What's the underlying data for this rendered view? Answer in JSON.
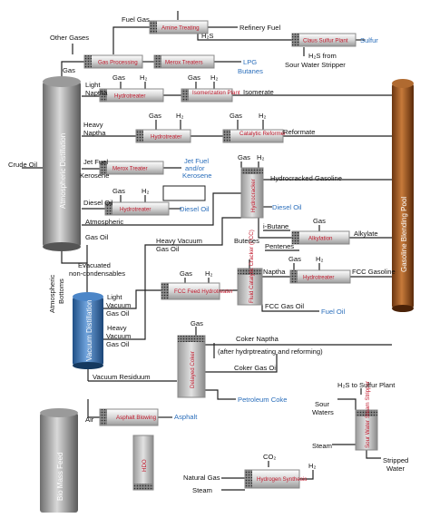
{
  "colors": {
    "unit_text": "#c0182b",
    "product_text": "#2a6ebb",
    "line": "#222222",
    "gasoline_pool": "#8b4513",
    "vacuum_column": "#2f6fad"
  },
  "columns": {
    "atmospheric": "Atmospheric Distillation",
    "vacuum": "Vacuum Distillation",
    "gasoline_pool": "Gasoline Blending Pool",
    "bio_mass": "Bio Mass Feed"
  },
  "units": {
    "amine": "Amine Treating",
    "claus": "Claus Sulfur Plant",
    "gas_processing": "Gas Processing",
    "merox1": "Merox Treaters",
    "hydrotreater1": "Hydrotreater",
    "isomerization": "Isomerization Plant",
    "hydrotreater2": "Hydrotreater",
    "reformer": "Catalytic Reformer",
    "merox2": "Merox Treater",
    "hydrotreater3": "Hydrotreater",
    "hydrocracker": "Hydrocracker",
    "alkylation": "Alkylation",
    "fcc_feed": "FCC Feed Hydrotreater",
    "fcc": "Fluid Catalytic Cracker (FCC)",
    "hydrotreater4": "Hydrotreater",
    "coker": "Delayed Coker",
    "asphalt": "Asphalt Blowing",
    "sour_water": "Sour Water Steam Stripper",
    "hdo": "HDO",
    "hydrogen": "Hydrogen Synthesis"
  },
  "labels": {
    "crude_oil": "Crude Oil",
    "other_gases": "Other Gases",
    "gas": "Gas",
    "fuel_gas": "Fuel   Gas",
    "refinery_fuel": "Refinery Fuel",
    "h2s": "H₂S",
    "sulfur": "Sulfur",
    "lpg": "LPG",
    "butanes": "Butanes",
    "h2s_from": "H₂S from",
    "sour_water_stripper": "Sour Water Stripper",
    "light_naptha1": "Light",
    "light_naptha2": "Naptha",
    "h2": "H₂",
    "isomerate": "Isomerate",
    "heavy_naptha1": "Heavy",
    "heavy_naptha2": "Naptha",
    "reformate": "Reformate",
    "jet_fuel": "Jet Fuel",
    "kerosene": "Kerosene",
    "jet_product1": "Jet Fuel",
    "jet_product2": "and/or",
    "jet_product3": "Kerosene",
    "diesel_oil": "Diesel Oil",
    "diesel_product": "Diesel Oil",
    "diesel_product2": "Diesel Oil",
    "hydrocracked_gasoline": "Hydrocracked Gasoline",
    "ibutane": "i-Butane",
    "alkylate": "Alkylate",
    "butenes": "Butenes",
    "pentenes": "Pentenes",
    "atm_gas_oil1": "Atmospheric",
    "atm_gas_oil2": "Gas Oil",
    "heavy_vacuum1": "Heavy Vacuum",
    "heavy_vacuum2": "Gas Oil",
    "evacuated1": "Evacuated",
    "evacuated2": "non-condensables",
    "atm_bottoms1": "Atmospheric",
    "atm_bottoms2": "Bottoms",
    "light_vacuum1": "Light",
    "light_vacuum2": "Vacuum",
    "light_vacuum3": "Gas Oil",
    "heavy_vacuum_b1": "Heavy",
    "heavy_vacuum_b2": "Vacuum",
    "heavy_vacuum_b3": "Gas Oil",
    "naptha": "Naptha",
    "fcc_gasoline": "FCC Gasoline",
    "fcc_gas_oil": "FCC Gas Oil",
    "fuel_oil": "Fuel Oil",
    "coker_naptha": "Coker Naptha",
    "after_treating": "(after hydrptreating and reforming)",
    "coker_gas_oil": "Coker Gas Oil",
    "vacuum_residuum": "Vacuum Residuum",
    "petroleum_coke": "Petroleum Coke",
    "air": "Air",
    "asphalt": "Asphalt",
    "h2s_sulfur_plant": "H₂S to Sulfur Plant",
    "sour1": "Sour",
    "sour2": "Waters",
    "steam": "Steam",
    "stripped1": "Stripped",
    "stripped2": "Water",
    "co2": "CO₂",
    "natural_gas": "Natural Gas",
    "steam2": "Steam"
  }
}
